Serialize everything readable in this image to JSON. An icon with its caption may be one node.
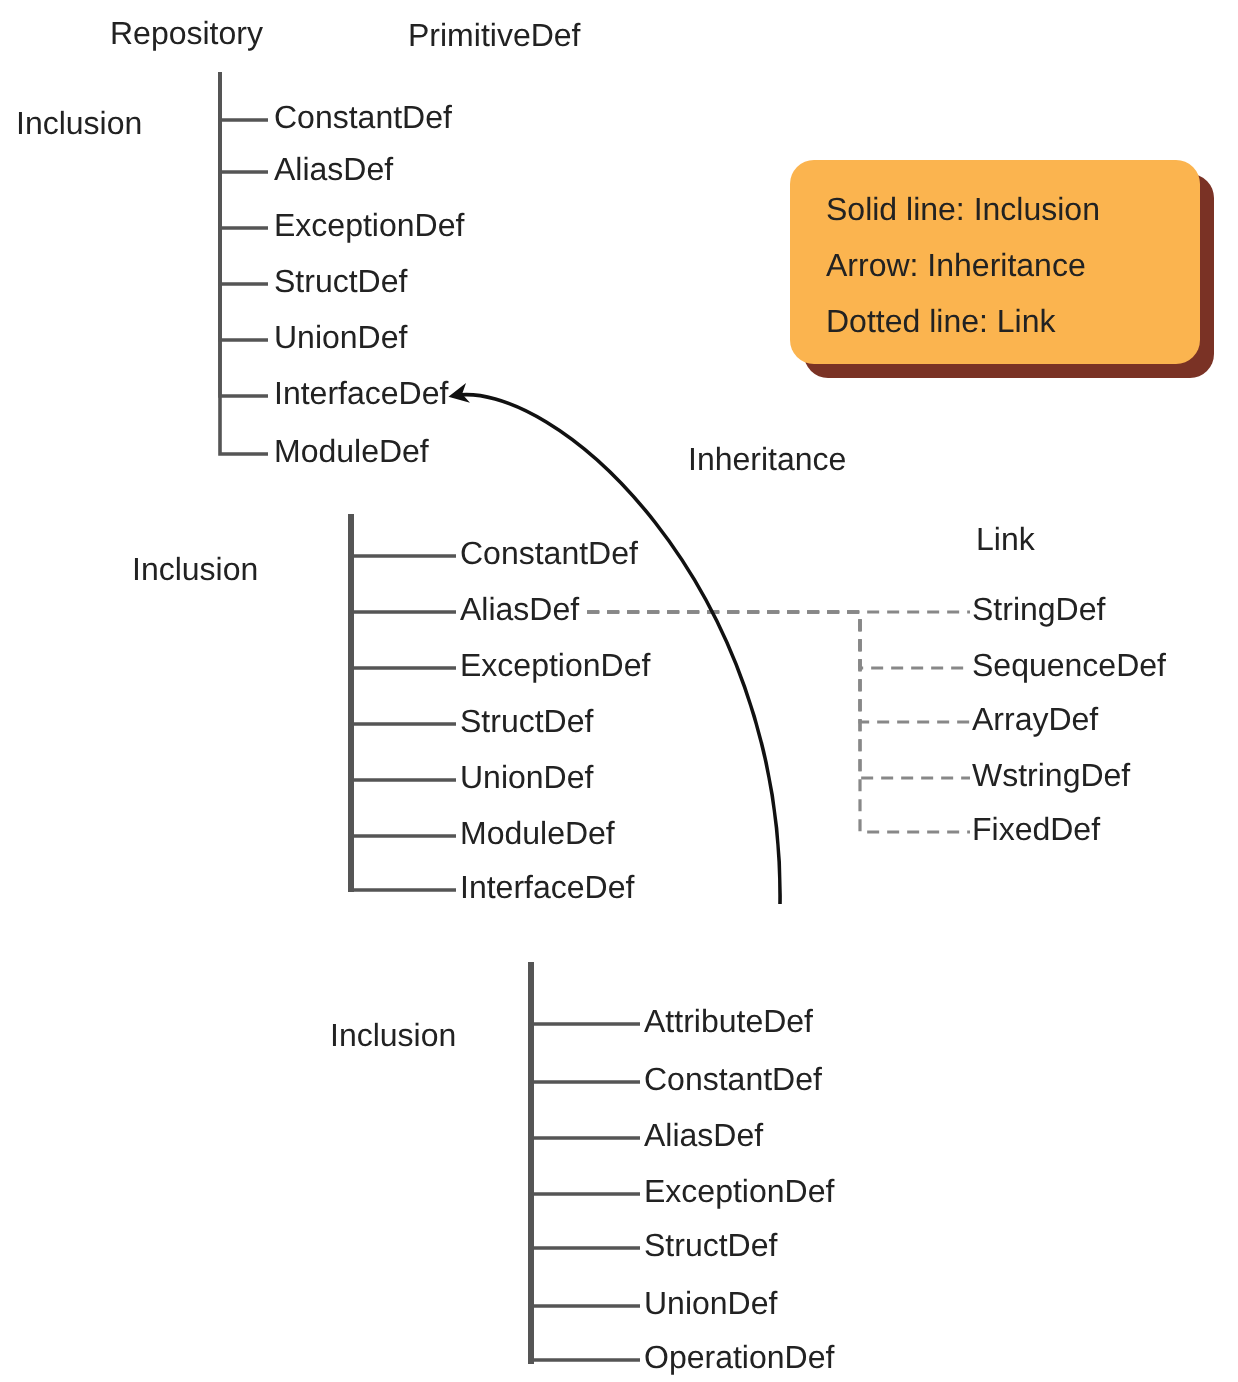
{
  "diagram": {
    "nodes": [
      {
        "text": [
          "Repository"
        ]
      },
      {
        "text": [
          "PrimitiveDef"
        ]
      },
      {
        "text": [
          "ConstantDef"
        ]
      },
      {
        "text": [
          "AliasDef"
        ]
      },
      {
        "text": [
          "ExceptionDef"
        ]
      },
      {
        "text": [
          "StructDef"
        ]
      },
      {
        "text": [
          "UnionDef"
        ]
      },
      {
        "text": [
          "InterfaceDef"
        ]
      },
      {
        "text": [
          "ModuleDef"
        ]
      },
      {
        "text": [
          "Solid line: Inclusion",
          "Arrow: Inheritance",
          "Dotted line: Link"
        ]
      },
      {
        "text": [],
        "shape": "bar"
      },
      {
        "text": [
          "ConstantDef"
        ]
      },
      {
        "text": [
          "AliasDef"
        ]
      },
      {
        "text": [
          "ExceptionDef"
        ]
      },
      {
        "text": [
          "StructDef"
        ]
      },
      {
        "text": [
          "UnionDef"
        ]
      },
      {
        "text": [
          "ModuleDef"
        ]
      },
      {
        "text": [
          "InterfaceDef"
        ]
      },
      {
        "text": [
          "StringDef"
        ]
      },
      {
        "text": [
          "SequenceDef"
        ]
      },
      {
        "text": [
          "ArrayDef"
        ]
      },
      {
        "text": [
          "WstringDef"
        ]
      },
      {
        "text": [
          "FixedDef"
        ]
      },
      {
        "text": [],
        "shape": "bar"
      },
      {
        "text": [
          "AttributeDef"
        ]
      },
      {
        "text": [
          "ConstantDef"
        ]
      },
      {
        "text": [
          "AliasDef"
        ]
      },
      {
        "text": [
          "ExceptionDef"
        ]
      },
      {
        "text": [
          "StructDef"
        ]
      },
      {
        "text": [
          "UnionDef"
        ]
      },
      {
        "text": [
          "OperationDef"
        ]
      }
    ],
    "edges": [
      {
        "from": 0,
        "to": 2,
        "arrow": "none"
      },
      {
        "from": 0,
        "to": 3,
        "arrow": "none"
      },
      {
        "from": 0,
        "to": 4,
        "arrow": "none"
      },
      {
        "from": 0,
        "to": 5,
        "arrow": "none"
      },
      {
        "from": 0,
        "to": 6,
        "arrow": "none"
      },
      {
        "from": 0,
        "to": 7,
        "arrow": "none"
      },
      {
        "from": 0,
        "to": 8,
        "arrow": "none"
      },
      {
        "from": 10,
        "to": 11,
        "arrow": "none"
      },
      {
        "from": 10,
        "to": 12,
        "arrow": "none"
      },
      {
        "from": 10,
        "to": 13,
        "arrow": "none"
      },
      {
        "from": 10,
        "to": 14,
        "arrow": "none"
      },
      {
        "from": 10,
        "to": 15,
        "arrow": "none"
      },
      {
        "from": 10,
        "to": 16,
        "arrow": "none"
      },
      {
        "from": 10,
        "to": 17,
        "arrow": "none"
      },
      {
        "from": 12,
        "to": 18,
        "arrow": "none",
        "style": "dashed",
        "color": "#888888"
      },
      {
        "from": 12,
        "to": 19,
        "arrow": "none",
        "style": "dashed",
        "color": "#888888"
      },
      {
        "from": 12,
        "to": 20,
        "arrow": "none",
        "style": "dashed",
        "color": "#888888"
      },
      {
        "from": 12,
        "to": 21,
        "arrow": "none",
        "style": "dashed",
        "color": "#888888"
      },
      {
        "from": 12,
        "to": 22,
        "arrow": "none",
        "style": "dashed",
        "color": "#888888"
      },
      {
        "from": 23,
        "to": 24,
        "arrow": "none"
      },
      {
        "from": 23,
        "to": 25,
        "arrow": "none"
      },
      {
        "from": 23,
        "to": 26,
        "arrow": "none"
      },
      {
        "from": 23,
        "to": 27,
        "arrow": "none"
      },
      {
        "from": 23,
        "to": 28,
        "arrow": "none"
      },
      {
        "from": 23,
        "to": 29,
        "arrow": "none"
      },
      {
        "from": 23,
        "to": 30,
        "arrow": "none"
      },
      {
        "from": null,
        "to": 7,
        "arrow": "to",
        "label": "Inheritance",
        "color": "#111111"
      }
    ],
    "labels": [
      "Inclusion",
      "Inclusion",
      "Link",
      "Inclusion"
    ]
  }
}
